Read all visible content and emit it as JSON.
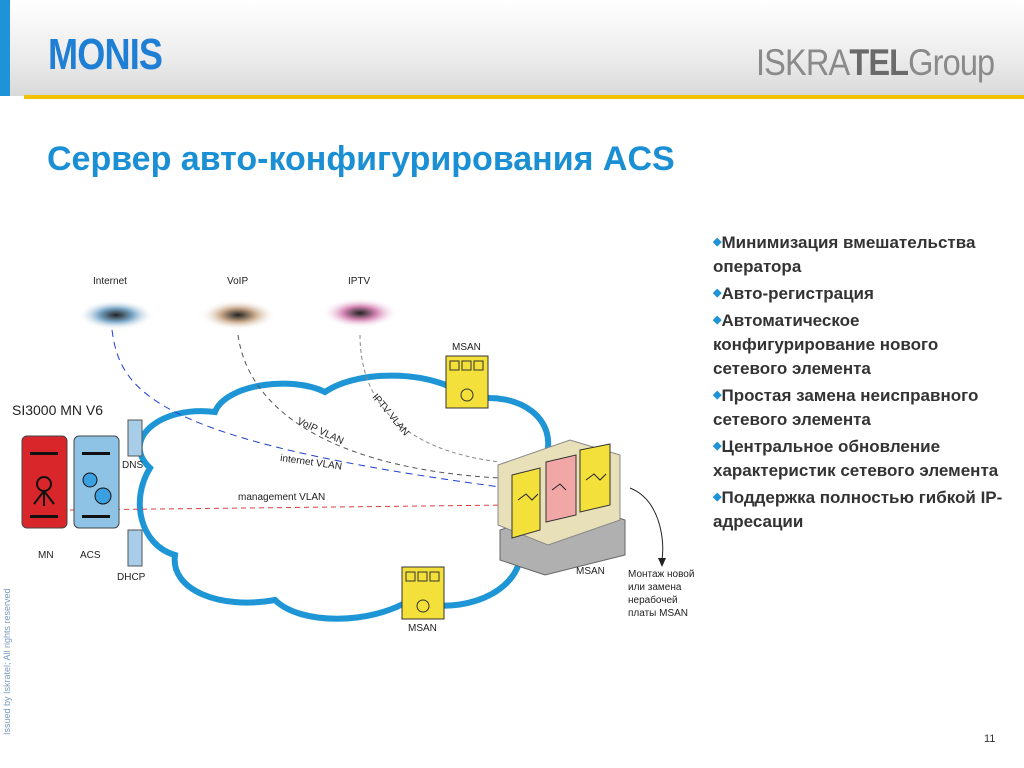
{
  "header": {
    "logo_left": "MONIS",
    "logo_right_1": "ISKRA",
    "logo_right_2": "TEL",
    "logo_right_3": "Group"
  },
  "title": "Сервер авто-конфигурирования ACS",
  "side_text": "Issued by Iskratel; All rights reserved",
  "page_number": "11",
  "bullets": [
    "Минимизация вмешательства оператора",
    "Авто-регистрация",
    "Автоматическое конфигурирование нового сетевого элемента",
    "Простая замена неисправного сетевого элемента",
    "Центральное обновление характеристик сетевого элемента",
    "Поддержка полностью гибкой IP-адресации"
  ],
  "diagram": {
    "services": [
      "Internet",
      "VoIP",
      "IPTV"
    ],
    "vlans": [
      "VoIP VLAN",
      "IPTV VLAN",
      "internet VLAN",
      "management VLAN"
    ],
    "system_label": "SI3000 MN V6",
    "servers": [
      "MN",
      "ACS"
    ],
    "small_servers": [
      "DNS",
      "DHCP"
    ],
    "msan_labels": [
      "MSAN",
      "MSAN",
      "MSAN"
    ],
    "note": [
      "Монтаж новой",
      "или замена",
      "нерабочей",
      "платы MSAN"
    ]
  },
  "colors": {
    "accent": "#1f93d8",
    "title": "#1a8fd4",
    "header_line": "#f2c200",
    "cloud_stroke": "#1e96d6",
    "msan_yellow": "#f4e03a",
    "server_red": "#d9262b",
    "server_blue": "#8fc3e6"
  }
}
